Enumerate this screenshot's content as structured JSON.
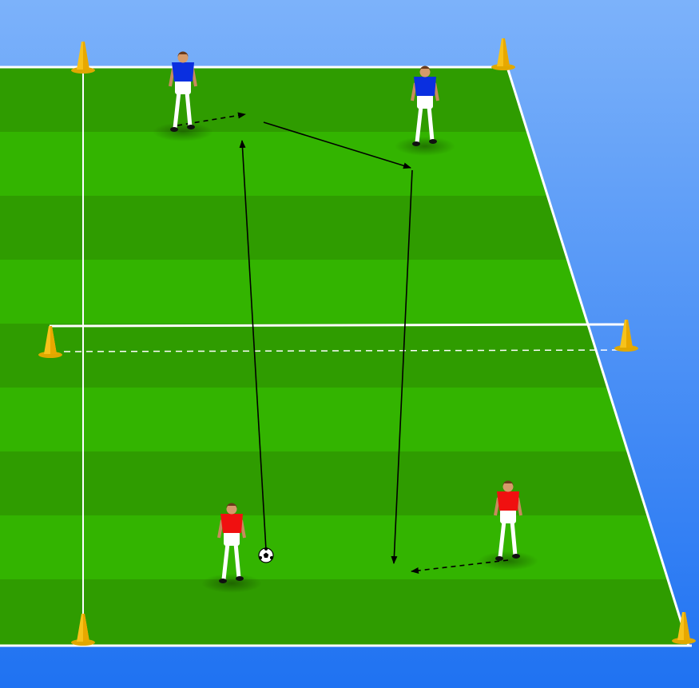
{
  "colors": {
    "sky_top": "#7cb2fa",
    "sky_bottom": "#1f72f2",
    "grass_dark": "#2f9c00",
    "grass_light": "#33b400",
    "line": "#ffffff",
    "cone": "#f7c21a",
    "team_blue": "#0a2fe0",
    "team_red": "#f01010",
    "arrow": "#000000"
  },
  "teams": {
    "blue": {
      "players": 2
    },
    "red": {
      "players": 2
    }
  },
  "ball": {
    "icon": "soccer-ball-icon"
  },
  "cones": {
    "count": 6,
    "icon": "cone-icon"
  }
}
